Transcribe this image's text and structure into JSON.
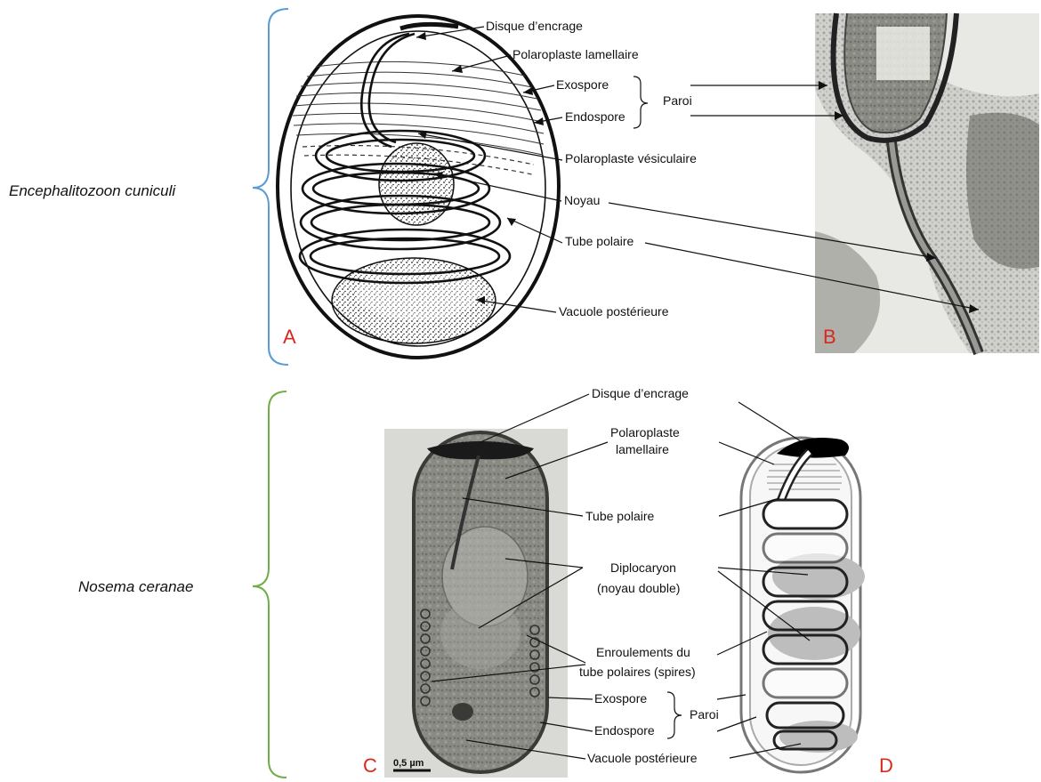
{
  "species": {
    "top": "Encephalitozoon cuniculi",
    "bottom": "Nosema ceranae"
  },
  "panels": {
    "a": "A",
    "b": "B",
    "c": "C",
    "d": "D"
  },
  "labels_top": {
    "disque": "Disque d’encrage",
    "polaro_lam": "Polaroplaste lamellaire",
    "exospore": "Exospore",
    "paroi": "Paroi",
    "endospore": "Endospore",
    "polaro_ves": "Polaroplaste vésiculaire",
    "noyau": "Noyau",
    "tube": "Tube polaire",
    "vacuole": "Vacuole postérieure"
  },
  "labels_bottom": {
    "disque": "Disque d’encrage",
    "polaro_1": "Polaroplaste",
    "polaro_2": "lamellaire",
    "tube": "Tube polaire",
    "diplo_1": "Diplocaryon",
    "diplo_2": "(noyau double)",
    "enroul_1": "Enroulements du",
    "enroul_2": "tube polaires (spires)",
    "exospore": "Exospore",
    "paroi": "Paroi",
    "endospore": "Endospore",
    "vacuole": "Vacuole postérieure"
  },
  "scale_bar": "0,5 µm",
  "colors": {
    "brace_top": "#5b9bd5",
    "brace_bottom": "#70ad47",
    "panel_letter": "#d62a1e"
  }
}
